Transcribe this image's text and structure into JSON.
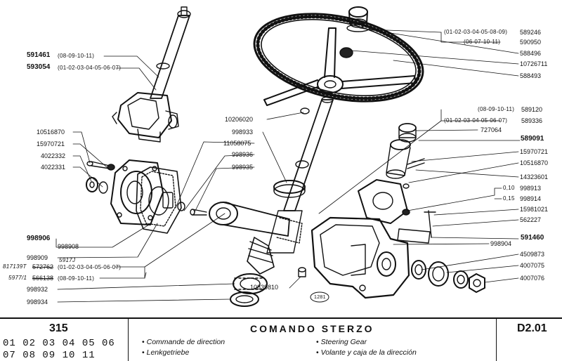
{
  "part_labels": {
    "p591461": "591461",
    "p591461_models": "(08-09-10-11)",
    "p593054": "593054",
    "p593054_models": "(01-02-03-04-05-06-07)",
    "p589246_models": "(01-02-03-04-05-08-09)",
    "p589246": "589246",
    "p590950_models": "(06-07-10-11)",
    "p590950": "590950",
    "p588496": "588496",
    "p10726711": "10726711",
    "p588493": "588493",
    "p10206020": "10206020",
    "p998933": "998933",
    "p11058075": "11058075",
    "p998936": "998936",
    "p998935": "998935",
    "p10516870_left": "10516870",
    "p15970721_left": "15970721",
    "p4022332": "4022332",
    "p4022331": "4022331",
    "p589120_models": "(08-09-10-11)",
    "p589120": "589120",
    "p589336_models": "(01-02-03-04-05-06-07)",
    "p589336": "589336",
    "p727064": "727064",
    "p589091": "589091",
    "p15970721_right": "15970721",
    "p10516870_right": "10516870",
    "p14323601": "14323601",
    "p998913_prefix": "0,10",
    "p998913": "998913",
    "p998914_prefix": "0,15",
    "p998914": "998914",
    "p15981021": "15981021",
    "p562227": "562227",
    "p591460": "591460",
    "p998904": "998904",
    "p4509873": "4509873",
    "p4007075": "4007075",
    "p4007076": "4007076",
    "p998906": "998906",
    "p998908": "998908",
    "p998909": "998909",
    "p572762_hand": "5917J",
    "p572762_stamp": "817139T",
    "p572762": "572762",
    "p572762_models": "(01-02-03-04-05-06-07)",
    "p566138_stamp": "5977/1",
    "p566138": "566138",
    "p566138_models": "(08-09-10-11)",
    "p998932": "998932",
    "p998934": "998934",
    "p10839810": "10839810",
    "p1281": "1281"
  },
  "footer": {
    "number": "315",
    "models_row1": "01 02 03 04 05 06",
    "models_row2": "07 08 09 10 11",
    "title": "COMANDO STERZO",
    "bullet": "•",
    "desc_fr": "Commande de direction",
    "desc_de": "Lenkgetriebe",
    "desc_en": "Steering Gear",
    "desc_es": "Volante y caja de la dirección",
    "code": "D2.01"
  },
  "colors": {
    "ink": "#111111",
    "paper": "#ffffff"
  }
}
